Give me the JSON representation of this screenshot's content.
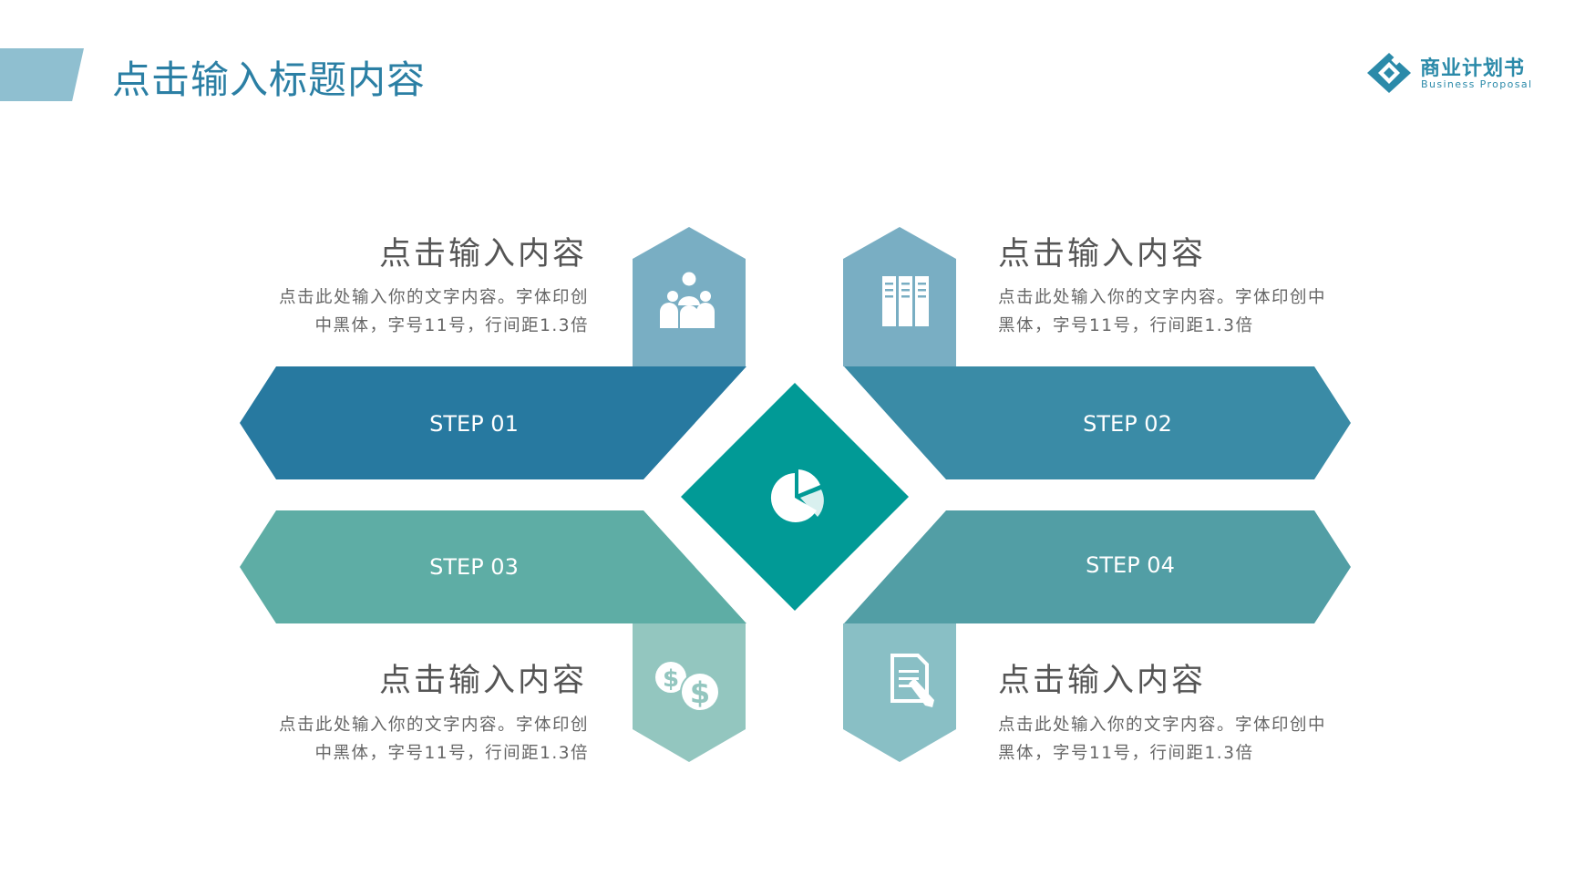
{
  "header": {
    "title": "点击输入标题内容",
    "accent_color": "#8fbfd0",
    "title_color": "#2b7fa4"
  },
  "logo": {
    "name": "商业计划书",
    "subtitle": "Business Proposal",
    "color": "#2b8aa9"
  },
  "center": {
    "icon": "pie-chart-icon",
    "color": "#019a96"
  },
  "steps": [
    {
      "label": "STEP 01",
      "color": "#2779a0",
      "tab_color": "#79aec3",
      "icon": "team-icon",
      "heading": "点击输入内容",
      "body_line1": "点击此处输入你的文字内容。字体印创",
      "body_line2": "中黑体，字号11号，行间距1.3倍"
    },
    {
      "label": "STEP 02",
      "color": "#3a8ba6",
      "tab_color": "#79aec3",
      "icon": "bookshelf-icon",
      "heading": "点击输入内容",
      "body_line1": "点击此处输入你的文字内容。字体印创中",
      "body_line2": "黑体，字号11号，行间距1.3倍"
    },
    {
      "label": "STEP 03",
      "color": "#5eada5",
      "tab_color": "#93c6bf",
      "icon": "money-icon",
      "heading": "点击输入内容",
      "body_line1": "点击此处输入你的文字内容。字体印创",
      "body_line2": "中黑体，字号11号，行间距1.3倍"
    },
    {
      "label": "STEP 04",
      "color": "#529ea5",
      "tab_color": "#89bfc5",
      "icon": "document-edit-icon",
      "heading": "点击输入内容",
      "body_line1": "点击此处输入你的文字内容。字体印创中",
      "body_line2": "黑体，字号11号，行间距1.3倍"
    }
  ]
}
